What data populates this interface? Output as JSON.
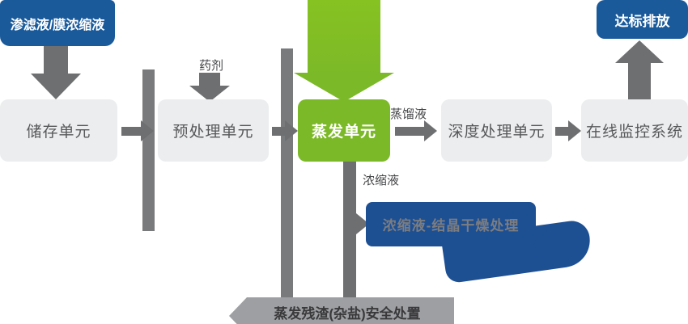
{
  "flow": {
    "input_label": "渗滤液/膜浓缩液",
    "output_label": "达标排放",
    "units": [
      {
        "label": "储存单元"
      },
      {
        "label": "预处理单元"
      },
      {
        "label": "蒸发单元"
      },
      {
        "label": "深度处理单元"
      },
      {
        "label": "在线监控系统"
      }
    ],
    "stream_labels": {
      "chemicals": "药剂",
      "distillate": "蒸馏液",
      "concentrate": "浓缩液"
    },
    "concentrate_treatment_label": "浓缩液-结晶干燥处理",
    "residue_disposal_label": "蒸发残渣(杂盐)安全处置"
  },
  "colors": {
    "primary_blue": "#1a5a9b",
    "dark_blue": "#1d4f93",
    "green": "#7cb928",
    "arrow_gray": "#6e6f71",
    "box_gray": "#ebedee",
    "box_text_gray": "#57585a",
    "band_gray": "#9d9fa2"
  }
}
